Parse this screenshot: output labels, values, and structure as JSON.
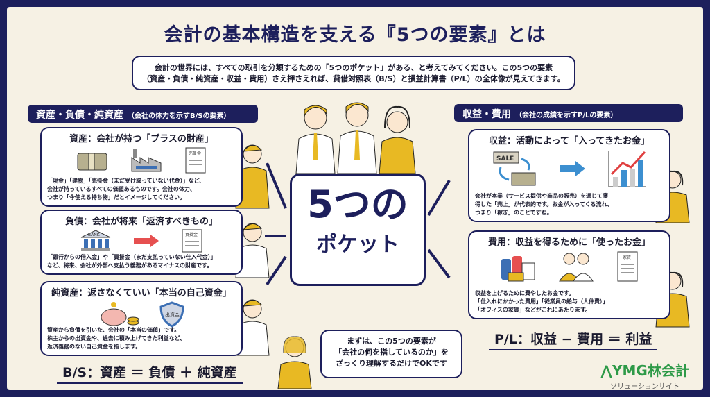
{
  "title": "会計の基本構造を支える『5つの要素』とは",
  "intro": {
    "line1": "会計の世界には、すべての取引を分類するための「5つのポケット」がある、と考えてみてください。この5つの要素",
    "line2": "（資産・負債・純資産・収益・費用）さえ押さえれば、貸借対照表（B/S）と損益計算書（P/L）の全体像が見えてきます。"
  },
  "left": {
    "header": "資産・負債・純資産",
    "header_sub": "（会社の体力を示すB/Sの要素）",
    "cards": [
      {
        "title": "資産：会社が持つ「プラスの財産」",
        "doc_label": "売掛金",
        "text1": "「現金」「建物」「売掛金（まだ受け取っていない代金）」など、",
        "text2": "会社が持っているすべての価値あるものです。会社の体力、",
        "text3": "つまり「今使える持ち物」だとイメージしてください。"
      },
      {
        "title": "負債：会社が将来「返済すべきもの」",
        "bank_label": "BANK",
        "doc_label": "買掛金",
        "text1": "「銀行からの借入金」や「買掛金（まだ支払っていない仕入代金）」",
        "text2": "など、将来、会社が外部へ支払う義務があるマイナスの財産です。",
        "text3": ""
      },
      {
        "title": "純資産：返さなくていい「本当の自己資金」",
        "shield_label": "出資金",
        "text1": "資産から負債を引いた、会社の「本当の価値」です。",
        "text2": "株主からの出資金や、過去に積み上げてきた利益など、",
        "text3": "返済義務のない自己資金を指します。"
      }
    ],
    "formula": "B/S：資産 ＝ 負債 ＋ 純資産"
  },
  "center": {
    "big": "5つの",
    "sub": "ポケット"
  },
  "right": {
    "header": "収益・費用",
    "header_sub": "（会社の成績を示すP/Lの要素）",
    "cards": [
      {
        "title": "収益：活動によって「入ってきたお金」",
        "sale_label": "SALE",
        "text1": "会社が本業（サービス提供や商品の販売）を通じて獲",
        "text2": "得した「売上」が代表的です。お金が入ってくる流れ、",
        "text3": "つまり「稼ぎ」のことですね。"
      },
      {
        "title": "費用：収益を得るために「使ったお金」",
        "doc_label": "家賃",
        "text1": "収益を上げるために費やしたお金です。",
        "text2": "「仕入れにかかった費用」「従業員の給与（人件費）」",
        "text3": "「オフィスの家賃」などがこれにあたります。"
      }
    ],
    "formula": "P/L：収益 − 費用 ＝ 利益"
  },
  "bottom_bubble": {
    "line1": "まずは、この5つの要素が",
    "line2": "「会社の何を指しているのか」を",
    "line3": "ざっくり理解するだけでOKです"
  },
  "logo": {
    "name": "YMG林会計",
    "sub": "ソリューションサイト"
  },
  "colors": {
    "navy": "#1d1f5c",
    "cream": "#f6f1e4",
    "yellow": "#e8b923",
    "green": "#2e9a48"
  }
}
